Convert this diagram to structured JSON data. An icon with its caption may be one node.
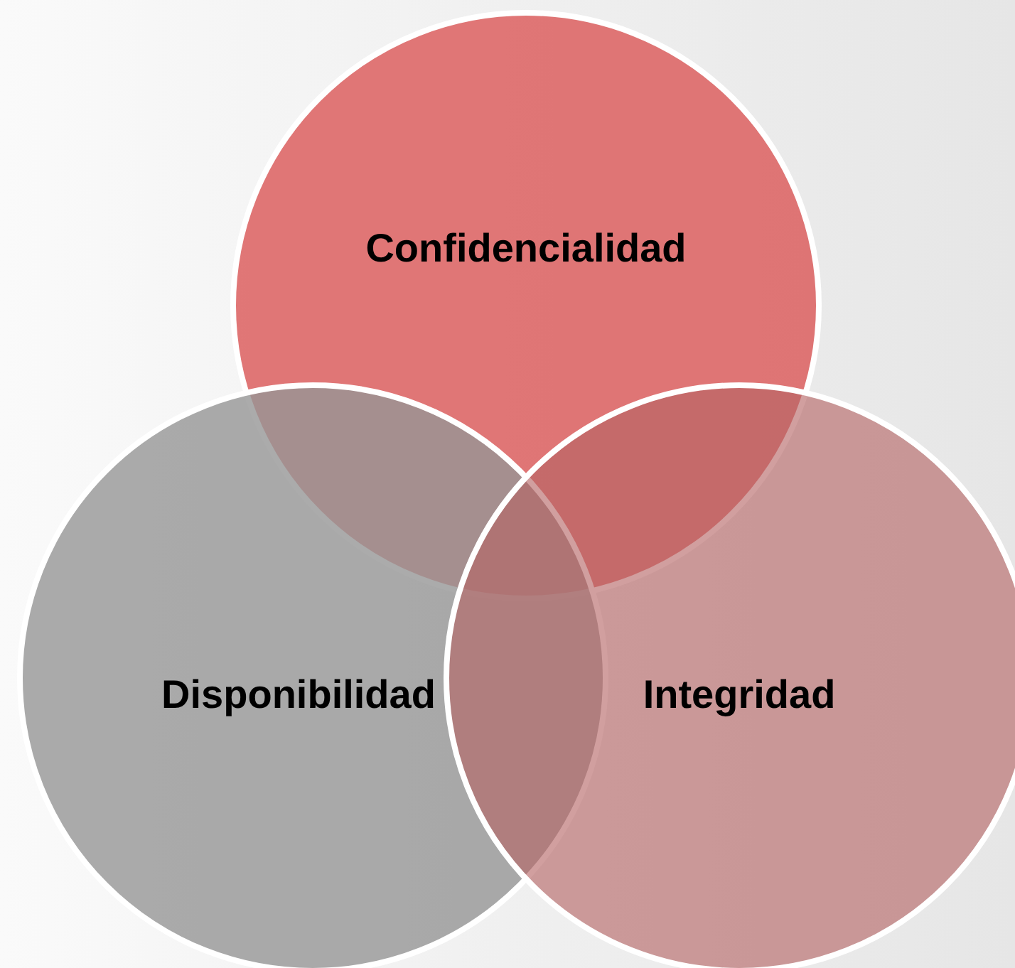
{
  "diagram": {
    "nodes": [
      {
        "text": [
          "Confidencialidad"
        ]
      },
      {
        "text": [
          "Disponibilidad"
        ]
      },
      {
        "text": [
          "Integridad"
        ]
      }
    ]
  }
}
